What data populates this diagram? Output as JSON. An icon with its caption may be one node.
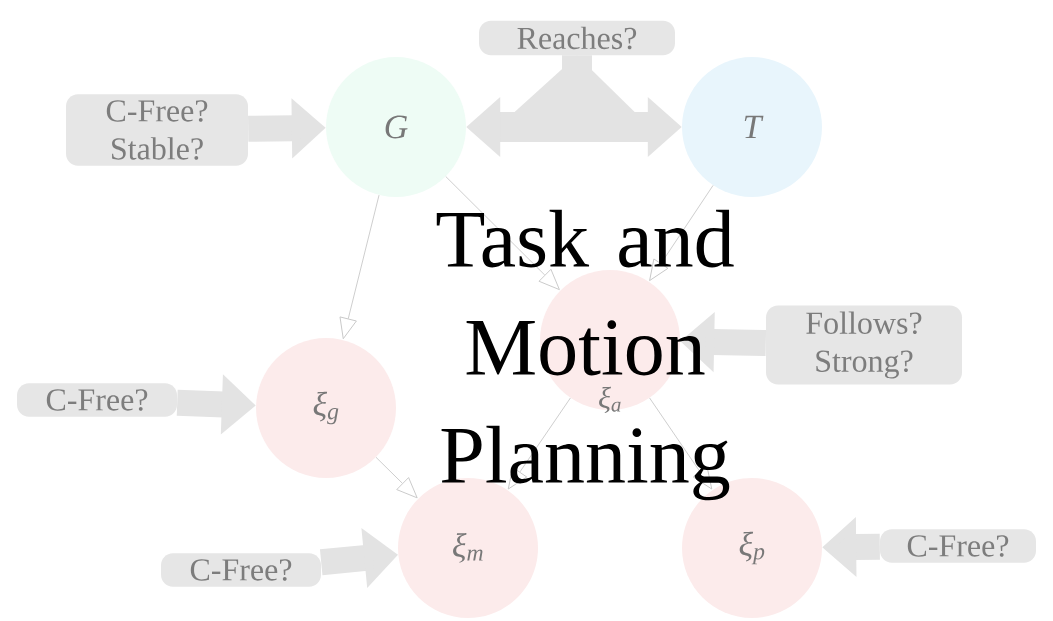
{
  "diagram": {
    "title": "Task and Motion Planning",
    "nodes": [
      {
        "text": [
          "G"
        ]
      },
      {
        "text": [
          "T"
        ]
      },
      {
        "text": [
          "ξ$_{a}$"
        ]
      },
      {
        "text": [
          "ξ$_{g}$"
        ]
      },
      {
        "text": [
          "ξ$_{m}$"
        ]
      },
      {
        "text": [
          "ξ$_{p}$"
        ]
      },
      {
        "text": [
          "Reaches?"
        ]
      },
      {
        "text": [
          "C-Free? Stable?"
        ]
      },
      {
        "text": [
          "Follows? Strong?"
        ]
      },
      {
        "text": [
          "C-Free?"
        ]
      },
      {
        "text": [
          "C-Free?"
        ]
      },
      {
        "text": [
          "C-Free?"
        ]
      }
    ],
    "edges": [
      {
        "from": 0,
        "to": 3,
        "arrow": "to",
        "color": "#c8c8c8"
      },
      {
        "from": 0,
        "to": 2,
        "arrow": "to",
        "color": "#c8c8c8"
      },
      {
        "from": 1,
        "to": 2,
        "arrow": "to",
        "color": "#c8c8c8"
      },
      {
        "from": 3,
        "to": 4,
        "arrow": "to",
        "color": "#c8c8c8"
      },
      {
        "from": 2,
        "to": 4,
        "arrow": "to",
        "color": "#c8c8c8"
      },
      {
        "from": 2,
        "to": 5,
        "arrow": "to",
        "color": "#c8c8c8"
      },
      {
        "from": 6,
        "to": 0,
        "arrow": "to"
      },
      {
        "from": 6,
        "to": 1,
        "arrow": "to"
      },
      {
        "from": 7,
        "to": 0,
        "arrow": "to"
      },
      {
        "from": 8,
        "to": 2,
        "arrow": "to"
      },
      {
        "from": 9,
        "to": 3,
        "arrow": "to"
      },
      {
        "from": 10,
        "to": 4,
        "arrow": "to"
      },
      {
        "from": 11,
        "to": 5,
        "arrow": "to"
      }
    ]
  }
}
